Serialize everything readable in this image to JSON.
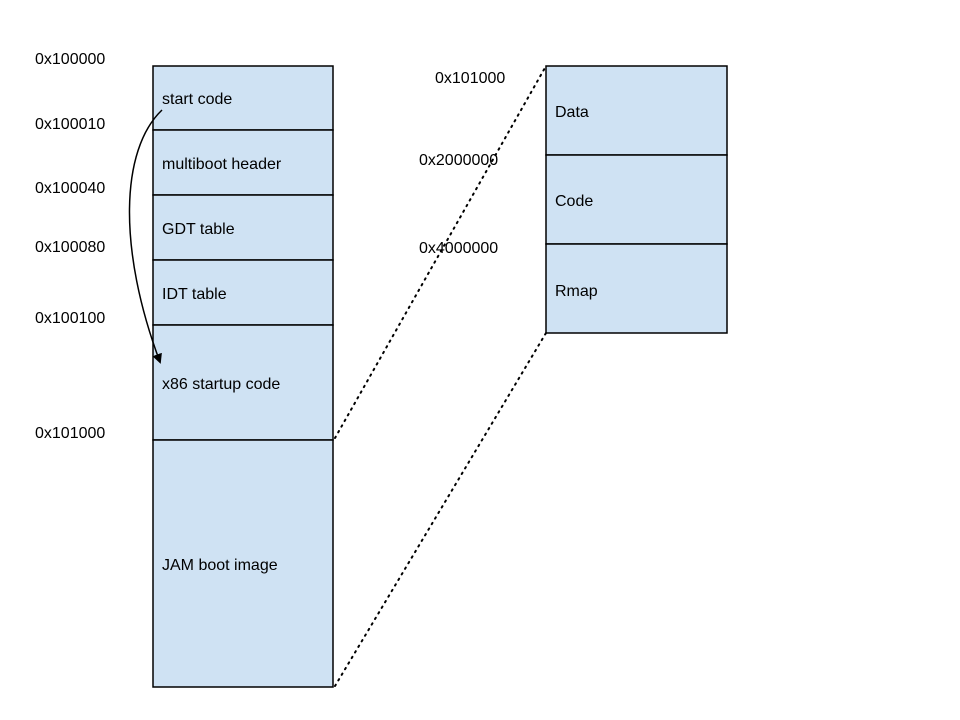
{
  "colors": {
    "segment_fill": "#cfe2f3",
    "stroke": "#000000",
    "background": "#ffffff"
  },
  "left_column": {
    "segments": [
      {
        "label": "start code"
      },
      {
        "label": "multiboot header"
      },
      {
        "label": "GDT table"
      },
      {
        "label": "IDT table"
      },
      {
        "label": "x86 startup code"
      },
      {
        "label": "JAM boot image"
      }
    ],
    "addresses": [
      "0x100000",
      "0x100010",
      "0x100040",
      "0x100080",
      "0x100100",
      "0x101000"
    ]
  },
  "right_column": {
    "segments": [
      {
        "label": "Data"
      },
      {
        "label": "Code"
      },
      {
        "label": "Rmap"
      }
    ],
    "addresses": [
      "0x101000",
      "0x2000000",
      "0x4000000"
    ]
  },
  "arrow": {
    "from": "start code",
    "to": "x86 startup code"
  }
}
